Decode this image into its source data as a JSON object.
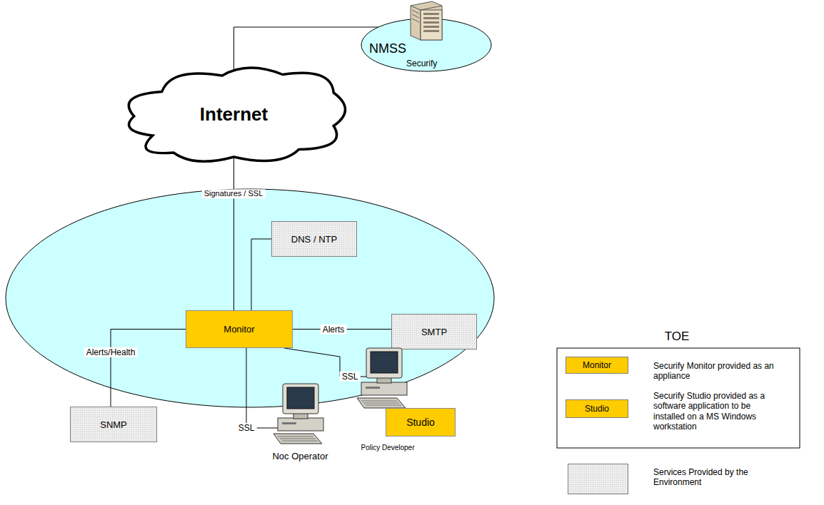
{
  "diagram": {
    "nodes": [
      {
        "text": [
          "NMSS",
          "Securify"
        ]
      },
      {
        "text": [
          "Internet"
        ]
      },
      {
        "text": [
          "DNS / NTP"
        ]
      },
      {
        "text": [
          "Monitor"
        ]
      },
      {
        "text": [
          "SMTP"
        ]
      },
      {
        "text": [
          "Policy Developer"
        ]
      },
      {
        "text": [
          "Noc Operator"
        ]
      },
      {
        "text": [
          "SNMP"
        ]
      },
      {
        "text": [
          "Studio"
        ]
      }
    ],
    "edges": [
      {
        "from": 1,
        "to": 0,
        "arrow": "none"
      },
      {
        "from": 1,
        "to": 3,
        "label": "Signatures / SSL",
        "arrow": "none"
      },
      {
        "from": 3,
        "to": 2,
        "arrow": "none"
      },
      {
        "from": 3,
        "to": 4,
        "label": "Alerts",
        "arrow": "none"
      },
      {
        "from": 3,
        "to": 7,
        "label": "Alerts/Health",
        "arrow": "none"
      },
      {
        "from": 3,
        "to": 6,
        "label": "SSL",
        "arrow": "none"
      },
      {
        "from": 3,
        "to": 5,
        "label": "SSL",
        "arrow": "none"
      }
    ],
    "labels": [
      "TOE",
      "Monitor",
      "Studio"
    ],
    "legend": [
      {
        "text": "Securify Monitor provided as an appliance",
        "color": "#ffcc00"
      },
      {
        "text": "Securify Studio provided as a software application to be installed on a MS Windows workstation",
        "color": "#ffcc00"
      },
      {
        "text": "Services Provided by the Environment",
        "color": "#eeeeee"
      }
    ]
  }
}
